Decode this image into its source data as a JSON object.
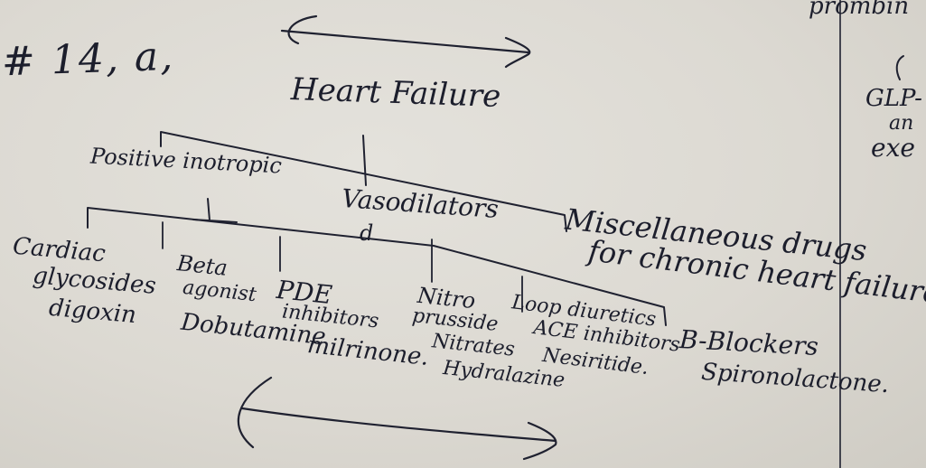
{
  "note": {
    "question_number": "# 14, a,",
    "root": "Heart Failure",
    "top_right_fragment": "prombin",
    "side_note": [
      "GLP-",
      "an",
      "exe"
    ],
    "branches": {
      "positive_inotropic": "Positive inotropic",
      "vasodilators": "Vasodilators",
      "vasodilators_mark": "d",
      "misc": [
        "Miscellaneous drugs",
        "for chronic heart failure"
      ]
    },
    "leaves": {
      "cardiac_glycosides": [
        "Cardiac",
        "glycosides",
        "digoxin"
      ],
      "beta_agonist": [
        "Beta",
        "agonist",
        "Dobutamine"
      ],
      "pde_inhibitors": [
        "PDE",
        "inhibitors",
        "milrinone."
      ],
      "nitroprusside": [
        "Nitro",
        "prusside",
        "Nitrates",
        "Hydralazine"
      ],
      "loop_diuretics": [
        "Loop diuretics",
        "ACE inhibitors",
        "Nesiritide."
      ],
      "beta_blockers": [
        "B-Blockers",
        "Spironolactone."
      ]
    },
    "ink_color": "#1f2130",
    "paper_color": "#d9d6cf"
  }
}
